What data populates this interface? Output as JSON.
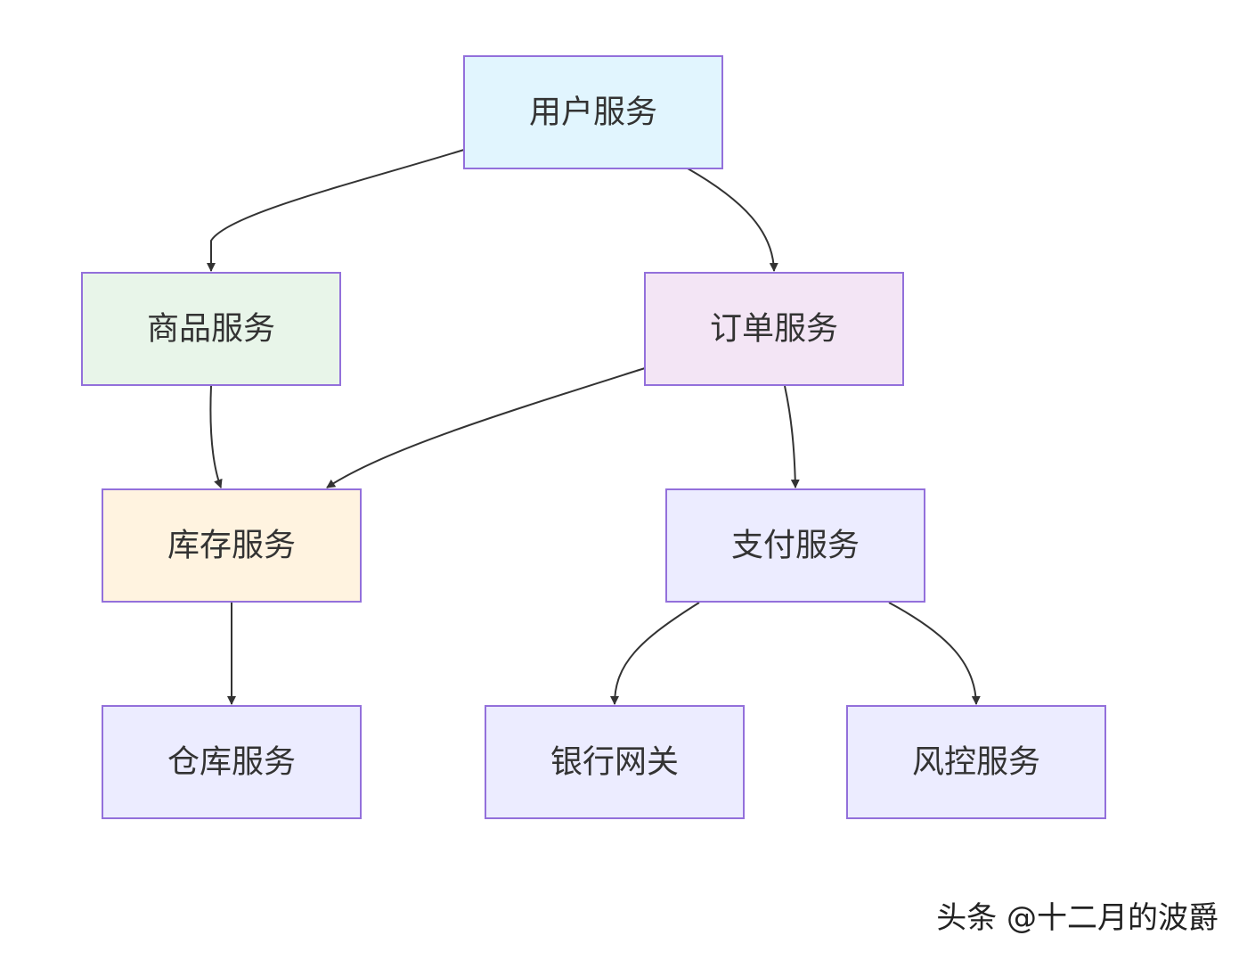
{
  "nodes": [
    {
      "id": "user",
      "label": "用户服务",
      "color": "#E1F5FE"
    },
    {
      "id": "product",
      "label": "商品服务",
      "color": "#E8F5E9"
    },
    {
      "id": "order",
      "label": "订单服务",
      "color": "#F3E5F5"
    },
    {
      "id": "inventory",
      "label": "库存服务",
      "color": "#FFF3E0"
    },
    {
      "id": "payment",
      "label": "支付服务",
      "color": "#ECECFF"
    },
    {
      "id": "warehouse",
      "label": "仓库服务",
      "color": "#ECECFF"
    },
    {
      "id": "bank",
      "label": "银行网关",
      "color": "#ECECFF"
    },
    {
      "id": "risk",
      "label": "风控服务",
      "color": "#ECECFF"
    }
  ],
  "edges": [
    {
      "from": "user",
      "to": "product"
    },
    {
      "from": "user",
      "to": "order"
    },
    {
      "from": "product",
      "to": "inventory"
    },
    {
      "from": "order",
      "to": "inventory"
    },
    {
      "from": "order",
      "to": "payment"
    },
    {
      "from": "inventory",
      "to": "warehouse"
    },
    {
      "from": "payment",
      "to": "bank"
    },
    {
      "from": "payment",
      "to": "risk"
    }
  ],
  "colors": {
    "node_border": "#9370DB",
    "edge": "#333333",
    "text": "#333333"
  },
  "watermark": "头条 @十二月的波爵"
}
